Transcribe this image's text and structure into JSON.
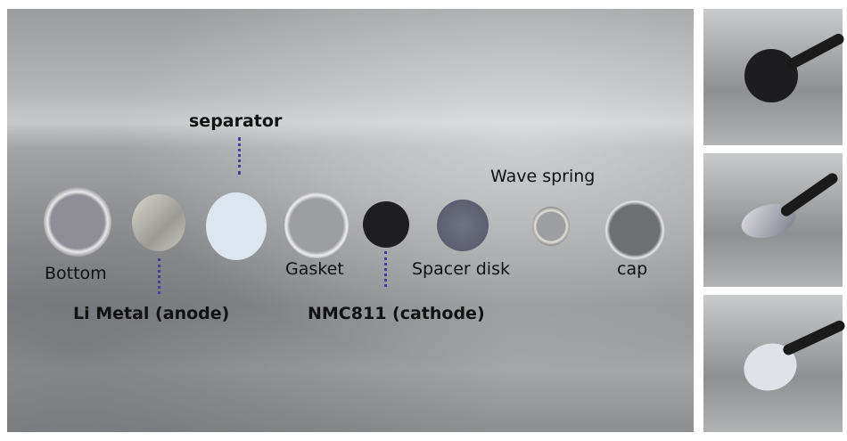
{
  "labels": {
    "separator": "separator",
    "bottom": "Bottom",
    "li_metal": "Li Metal (anode)",
    "gasket": "Gasket",
    "nmc811": "NMC811 (cathode)",
    "spacer_disk": "Spacer disk",
    "wave_spring": "Wave spring",
    "cap": "cap"
  },
  "colors": {
    "dotted_leader": "#4b3a9a"
  }
}
